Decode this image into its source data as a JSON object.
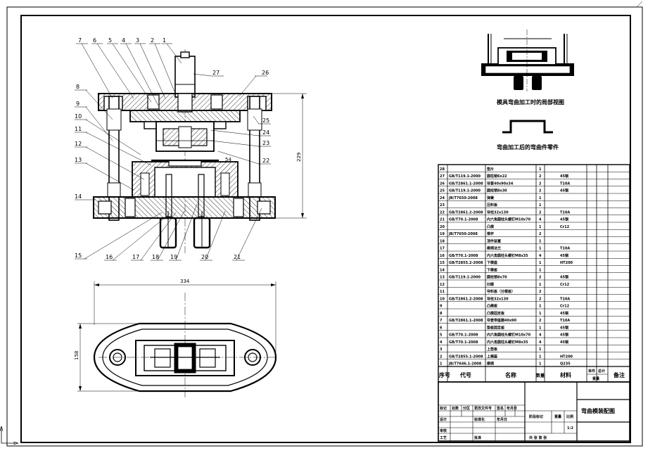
{
  "drawing": {
    "layout_caption": "模具弯曲加工时的局部视图",
    "part_caption": "弯曲加工后的弯曲件零件",
    "title_block_name": "弯曲模装配图",
    "dim_height": "229",
    "dim_width": "334",
    "dim_depth": "158",
    "dim_small": "54"
  },
  "part_labels": {
    "top": [
      "7",
      "6",
      "5",
      "4",
      "3",
      "2",
      "1"
    ],
    "left": [
      "8",
      "9",
      "10",
      "11",
      "12",
      "13",
      "14"
    ],
    "bottom": [
      "15",
      "16",
      "17",
      "18",
      "19",
      "20",
      "21"
    ],
    "right": [
      "27",
      "26",
      "25",
      "24",
      "23",
      "22"
    ]
  },
  "bom": {
    "headers": {
      "seq": "序号",
      "code": "代号",
      "name": "名称",
      "qty": "数量",
      "material": "材料",
      "single": "单件",
      "total": "总计",
      "weight": "重量",
      "remark": "备注"
    },
    "rows": [
      {
        "no": "28",
        "code": "",
        "name": "垫片",
        "qty": "1",
        "mat": ""
      },
      {
        "no": "27",
        "code": "GB/T119.1-2000",
        "name": "圆柱销6x22",
        "qty": "2",
        "mat": "45钢"
      },
      {
        "no": "26",
        "code": "GB/T2861.1-2008",
        "name": "导套40x90x34",
        "qty": "2",
        "mat": "T10A"
      },
      {
        "no": "25",
        "code": "GB/T119.1-2000",
        "name": "圆柱销8x30",
        "qty": "2",
        "mat": "45钢"
      },
      {
        "no": "24",
        "code": "JB/T7650-2008",
        "name": "弹簧",
        "qty": "1",
        "mat": ""
      },
      {
        "no": "23",
        "code": "",
        "name": "压料板",
        "qty": "1",
        "mat": ""
      },
      {
        "no": "22",
        "code": "GB/T2861.2-2008",
        "name": "导柱32x130",
        "qty": "2",
        "mat": "T10A"
      },
      {
        "no": "21",
        "code": "GB/T70.1-2008",
        "name": "内六角圆柱头螺钉M10x70",
        "qty": "4",
        "mat": "45钢"
      },
      {
        "no": "20",
        "code": "",
        "name": "凸模",
        "qty": "1",
        "mat": "Cr12"
      },
      {
        "no": "19",
        "code": "JB/T7650-2008",
        "name": "推杆",
        "qty": "2",
        "mat": ""
      },
      {
        "no": "18",
        "code": "",
        "name": "顶件装置",
        "qty": "1",
        "mat": ""
      },
      {
        "no": "17",
        "code": "",
        "name": "模柄法兰",
        "qty": "1",
        "mat": "T10A"
      },
      {
        "no": "16",
        "code": "GB/T70.1-2008",
        "name": "内六角圆柱头螺钉M8x35",
        "qty": "4",
        "mat": "45钢"
      },
      {
        "no": "15",
        "code": "GB/T2855.2-2008",
        "name": "下模座",
        "qty": "1",
        "mat": "HT200"
      },
      {
        "no": "14",
        "code": "",
        "name": "下模板",
        "qty": "1",
        "mat": ""
      },
      {
        "no": "13",
        "code": "GB/T119.1-2000",
        "name": "圆柱销8x70",
        "qty": "2",
        "mat": "45钢"
      },
      {
        "no": "12",
        "code": "",
        "name": "凹模",
        "qty": "1",
        "mat": "Cr12"
      },
      {
        "no": "11",
        "code": "",
        "name": "导料板（分模板）",
        "qty": "2",
        "mat": ""
      },
      {
        "no": "10",
        "code": "GB/T2861.2-2008",
        "name": "导柱32x130",
        "qty": "2",
        "mat": "T10A"
      },
      {
        "no": "9",
        "code": "",
        "name": "凸模板",
        "qty": "1",
        "mat": "Cr12"
      },
      {
        "no": "8",
        "code": "",
        "name": "凸模固定板",
        "qty": "1",
        "mat": "45钢"
      },
      {
        "no": "7",
        "code": "GB/T2861.1-2008",
        "name": "导套带座圈40x90",
        "qty": "2",
        "mat": "T10A"
      },
      {
        "no": "6",
        "code": "",
        "name": "垫板固定板",
        "qty": "1",
        "mat": "45钢"
      },
      {
        "no": "5",
        "code": "GB/T70.1-2008",
        "name": "内六角圆柱头螺钉M10x70",
        "qty": "4",
        "mat": "45钢"
      },
      {
        "no": "4",
        "code": "GB/T70.1-2008",
        "name": "内六角圆柱头螺钉M8x35",
        "qty": "4",
        "mat": "45钢"
      },
      {
        "no": "3",
        "code": "",
        "name": "上垫板",
        "qty": "1",
        "mat": ""
      },
      {
        "no": "2",
        "code": "GB/T2855.1-2008",
        "name": "上模座",
        "qty": "1",
        "mat": "HT200"
      },
      {
        "no": "1",
        "code": "JB/T7646.1-2008",
        "name": "模柄",
        "qty": "1",
        "mat": "Q235"
      }
    ]
  },
  "title_block": {
    "marks": [
      "标记",
      "处数",
      "分区",
      "更改文件号",
      "签名",
      "年月日"
    ],
    "stage": "阶段标记",
    "weight": "重量",
    "scale": "比例",
    "scale_value": "1:2",
    "sheets": "共  张  第  张",
    "design": "设计",
    "std": "标准化",
    "review": "审核",
    "process": "工艺",
    "approve": "批准",
    "date": "年月日"
  }
}
